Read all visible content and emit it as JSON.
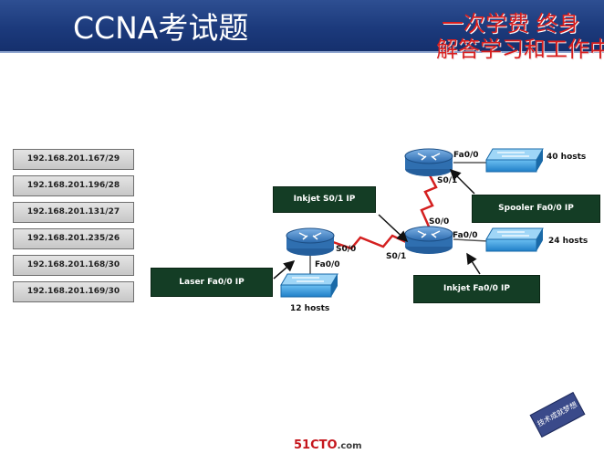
{
  "header": {
    "title": "CCNA考试题",
    "promo_line1": "一次学费  终身",
    "promo_line2": "解答学习和工作中"
  },
  "answers": [
    "192.168.201.167/29",
    "192.168.201.196/28",
    "192.168.201.131/27",
    "192.168.201.235/26",
    "192.168.201.168/30",
    "192.168.201.169/30"
  ],
  "targets": {
    "inkjet_s01": "Inkjet S0/1 IP",
    "spooler_fa00": "Spooler Fa0/0 IP",
    "laser_fa00": "Laser Fa0/0 IP",
    "inkjet_fa00": "Inkjet Fa0/0 IP"
  },
  "labels": {
    "spooler_fa00": "Fa0/0",
    "spooler_s01": "S0/1",
    "hosts_40": "40 hosts",
    "inkjet_s00": "S0/0",
    "inkjet_fa00": "Fa0/0",
    "inkjet_s01": "S0/1",
    "hosts_24": "24 hosts",
    "laser_s00": "S0/0",
    "laser_fa00": "Fa0/0",
    "hosts_12": "12 hosts"
  },
  "footer": {
    "logo": "51CTO",
    "logo_suffix": ".com",
    "badge": "技术成就梦想"
  },
  "colors": {
    "header_bg": "#1c3a7c",
    "promo_red": "#d81e1e",
    "target_bg": "#143d25",
    "router_blue": "#3a7fc4",
    "switch_blue": "#2b8fd6",
    "serial_red": "#d42020"
  }
}
